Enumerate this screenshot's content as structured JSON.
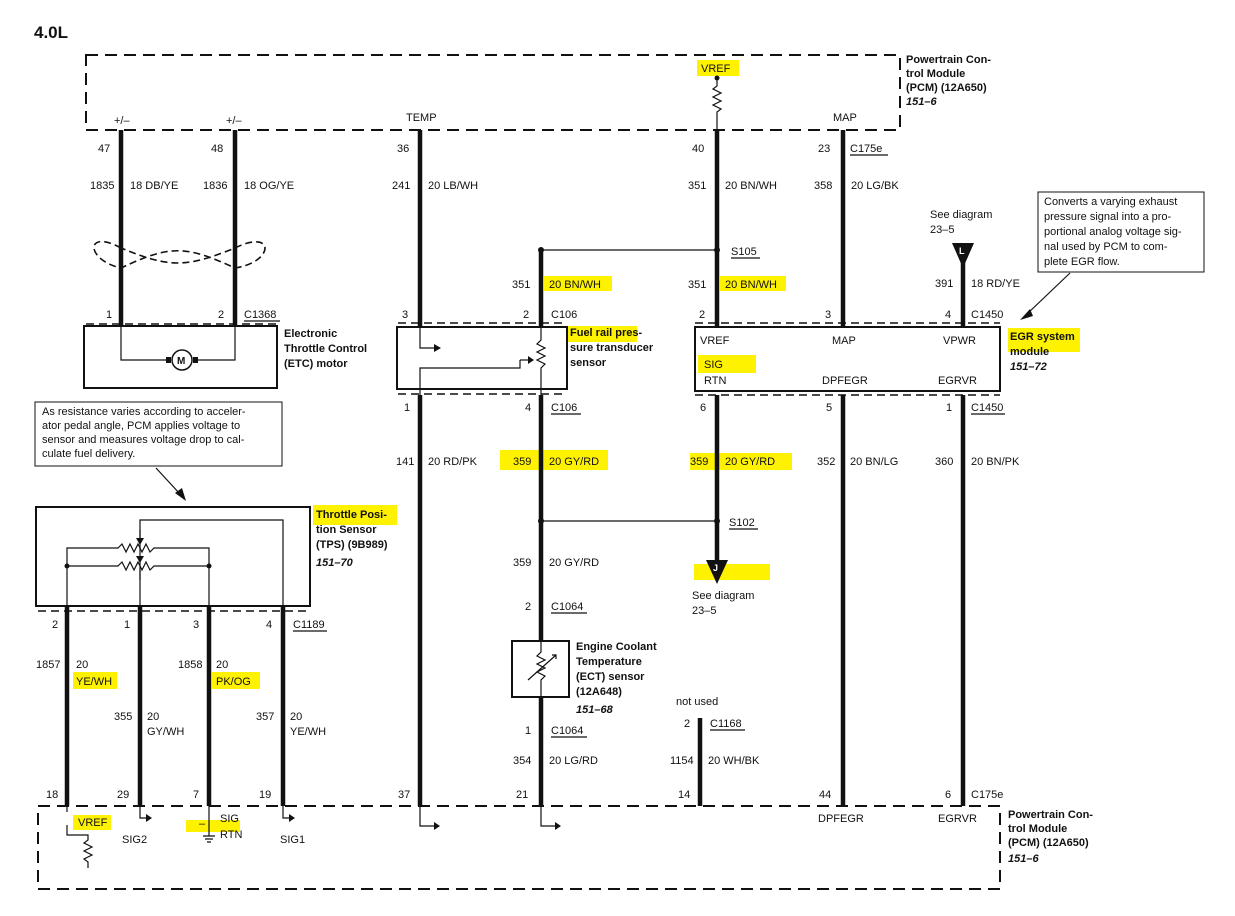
{
  "header": {
    "engine": "4.0L"
  },
  "pcm": {
    "line1": "Powertrain Con-",
    "line2": "trol Module",
    "line3": "(PCM) (12A650)",
    "ref": "151–6"
  },
  "pcm_bottom": {
    "line1": "Powertrain Con-",
    "line2": "trol Module",
    "line3": "(PCM) (12A650)",
    "ref": "151–6"
  },
  "pcm_top_labels": {
    "pm1": "+/–",
    "pm2": "+/–",
    "temp": "TEMP",
    "vref": "VREF",
    "map": "MAP"
  },
  "top_pins": {
    "p47": "47",
    "p48": "48",
    "p36": "36",
    "p40": "40",
    "p23": "23",
    "c175e": "C175e"
  },
  "top_circuits": {
    "c1835": "1835",
    "w1835": "18 DB/YE",
    "c1836": "1836",
    "w1836": "18 OG/YE",
    "c241": "241",
    "w241": "20 LB/WH",
    "c351": "351",
    "w351": "20 BN/WH",
    "c358": "358",
    "w358": "20 LG/BK",
    "c391": "391",
    "w391": "18 RD/YE"
  },
  "splices": {
    "s105": "S105",
    "s102": "S102"
  },
  "see_l": {
    "line1": "See diagram",
    "line2": "23–5",
    "marker": "L"
  },
  "see_j": {
    "line1": "See diagram",
    "line2": "23–5",
    "marker": "J"
  },
  "egr_note": {
    "l1": "Converts a varying exhaust",
    "l2": "pressure signal into a pro-",
    "l3": "portional analog voltage sig-",
    "l4": "nal used by PCM to com-",
    "l5": "plete EGR flow."
  },
  "etc": {
    "pin1": "1",
    "pin2": "2",
    "conn": "C1368",
    "l1": "Electronic",
    "l2": "Throttle Control",
    "l3": "(ETC) motor",
    "motor": "M"
  },
  "frp": {
    "in_c351": "351",
    "in_w351": "20 BN/WH",
    "pin3": "3",
    "pin2": "2",
    "conn_top": "C106",
    "l1": "Fuel rail pres-",
    "l2": "sure transducer",
    "l3": "sensor",
    "pin1": "1",
    "pin4": "4",
    "conn_bot": "C106"
  },
  "egr_in": {
    "c351": "351",
    "w351": "20 BN/WH",
    "pin2": "2",
    "pin3": "3",
    "pin4": "4",
    "conn": "C1450"
  },
  "egr_module": {
    "vref": "VREF",
    "map": "MAP",
    "vpwr": "VPWR",
    "sig": "SIG",
    "rtn": "RTN",
    "dpfegr": "DPFEGR",
    "egrvr": "EGRVR",
    "l1": "EGR system",
    "l2": "module",
    "ref": "151–72",
    "pin6": "6",
    "pin5": "5",
    "pin1": "1",
    "conn_bot": "C1450"
  },
  "mid_circuits": {
    "c141": "141",
    "w141": "20 RD/PK",
    "c359a": "359",
    "w359a": "20 GY/RD",
    "c359b": "359",
    "w359b": "20 GY/RD",
    "c352": "352",
    "w352": "20 BN/LG",
    "c360": "360",
    "w360": "20 BN/PK",
    "c359c": "359",
    "w359c": "20 GY/RD"
  },
  "tps_note": {
    "l1": "As resistance varies according to acceler-",
    "l2": "ator pedal angle, PCM applies voltage to",
    "l3": "sensor and measures voltage drop to cal-",
    "l4": "culate fuel delivery."
  },
  "tps": {
    "l1": "Throttle Posi-",
    "l2": "tion Sensor",
    "l3": "(TPS) (9B989)",
    "ref": "151–70",
    "pin2": "2",
    "pin1": "1",
    "pin3": "3",
    "pin4": "4",
    "conn": "C1189",
    "c1857": "1857",
    "g1857": "20",
    "w1857": "YE/WH",
    "c1858": "1858",
    "g1858": "20",
    "w1858": "PK/OG",
    "c355": "355",
    "g355": "20",
    "w355": "GY/WH",
    "c357": "357",
    "g357": "20",
    "w357": "YE/WH"
  },
  "ect": {
    "pin2": "2",
    "conn_top": "C1064",
    "l1": "Engine Coolant",
    "l2": "Temperature",
    "l3": "(ECT) sensor",
    "l4": "(12A648)",
    "ref": "151–68",
    "pin1": "1",
    "conn_bot": "C1064",
    "c354": "354",
    "w354": "20 LG/RD"
  },
  "notused": {
    "label": "not used",
    "pin2": "2",
    "conn": "C1168",
    "c1154": "1154",
    "w1154": "20 WH/BK"
  },
  "bottom_pins": {
    "p18": "18",
    "p29": "29",
    "p7": "7",
    "p19": "19",
    "p37": "37",
    "p21": "21",
    "p14": "14",
    "p44": "44",
    "p6": "6",
    "conn": "C175e"
  },
  "pcm_bottom_labels": {
    "vref": "VREF",
    "sig2": "SIG2",
    "minus": "–",
    "sig": "SIG",
    "rtn": "RTN",
    "sig1": "SIG1",
    "dpfegr": "DPFEGR",
    "egrvr": "EGRVR"
  },
  "highlight_color": "#fff200"
}
